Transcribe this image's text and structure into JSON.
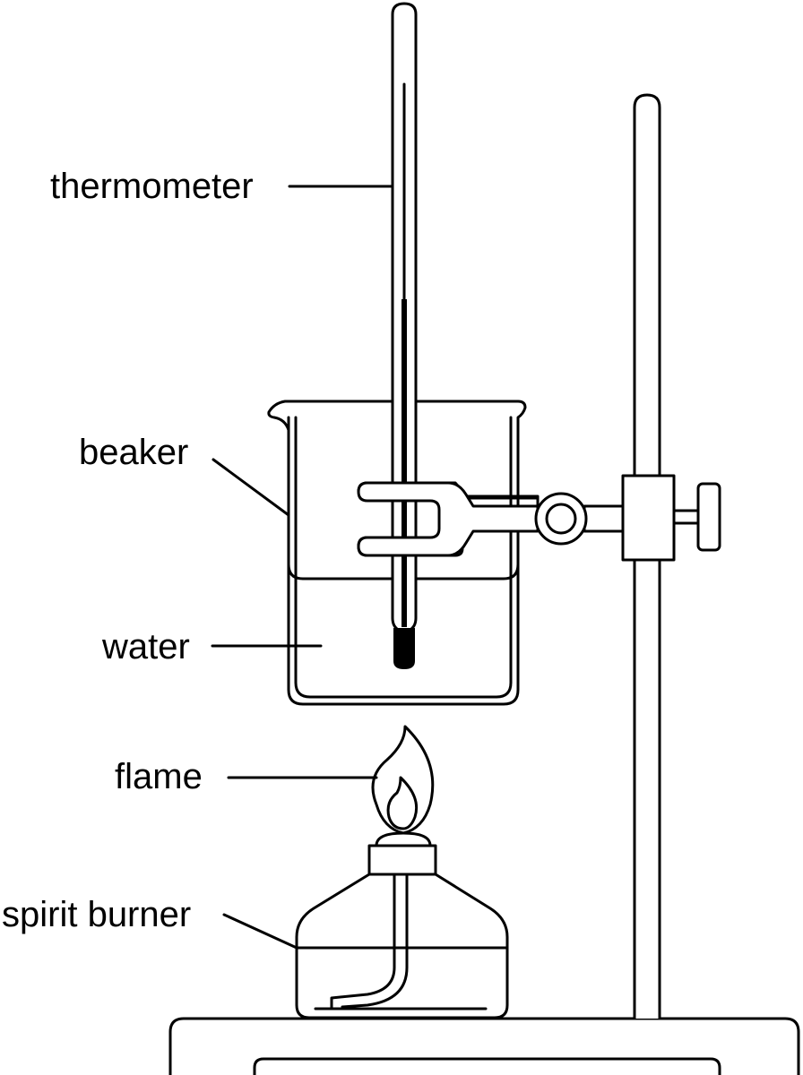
{
  "labels": {
    "thermometer": "thermometer",
    "beaker": "beaker",
    "water": "water",
    "flame": "flame",
    "spirit_burner": "spirit burner"
  }
}
